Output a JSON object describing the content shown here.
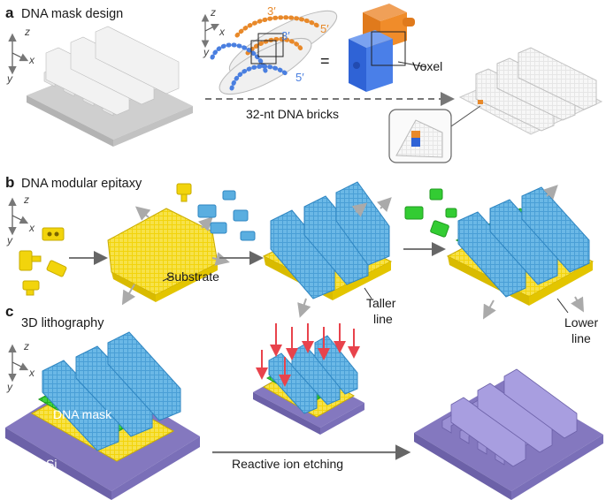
{
  "panel_a": {
    "letter": "a",
    "title": "DNA mask design",
    "axes": {
      "z": "z",
      "x": "x",
      "y": "y"
    },
    "strand_labels": {
      "top3": "3′",
      "top5": "5′",
      "mid3": "3′",
      "bot5": "5′"
    },
    "equals": "=",
    "voxel": "Voxel",
    "bricks": "32-nt DNA bricks"
  },
  "panel_b": {
    "letter": "b",
    "title": "DNA modular epitaxy",
    "axes": {
      "z": "z",
      "x": "x",
      "y": "y"
    },
    "substrate": "Substrate",
    "taller_line": [
      "Taller",
      "line"
    ],
    "lower_line": [
      "Lower",
      "line"
    ]
  },
  "panel_c": {
    "letter": "c",
    "title": "3D lithography",
    "axes": {
      "z": "z",
      "x": "x",
      "y": "y"
    },
    "mask": "DNA mask",
    "si": "Si",
    "etch": "Reactive ion etching"
  },
  "colors": {
    "grey": "#d9d9d9",
    "yellow": "#f2d40c",
    "blue": "#5aaee0",
    "green": "#33cc33",
    "orange": "#e8892a",
    "purple": "#8478bf",
    "red": "#e8434c"
  }
}
